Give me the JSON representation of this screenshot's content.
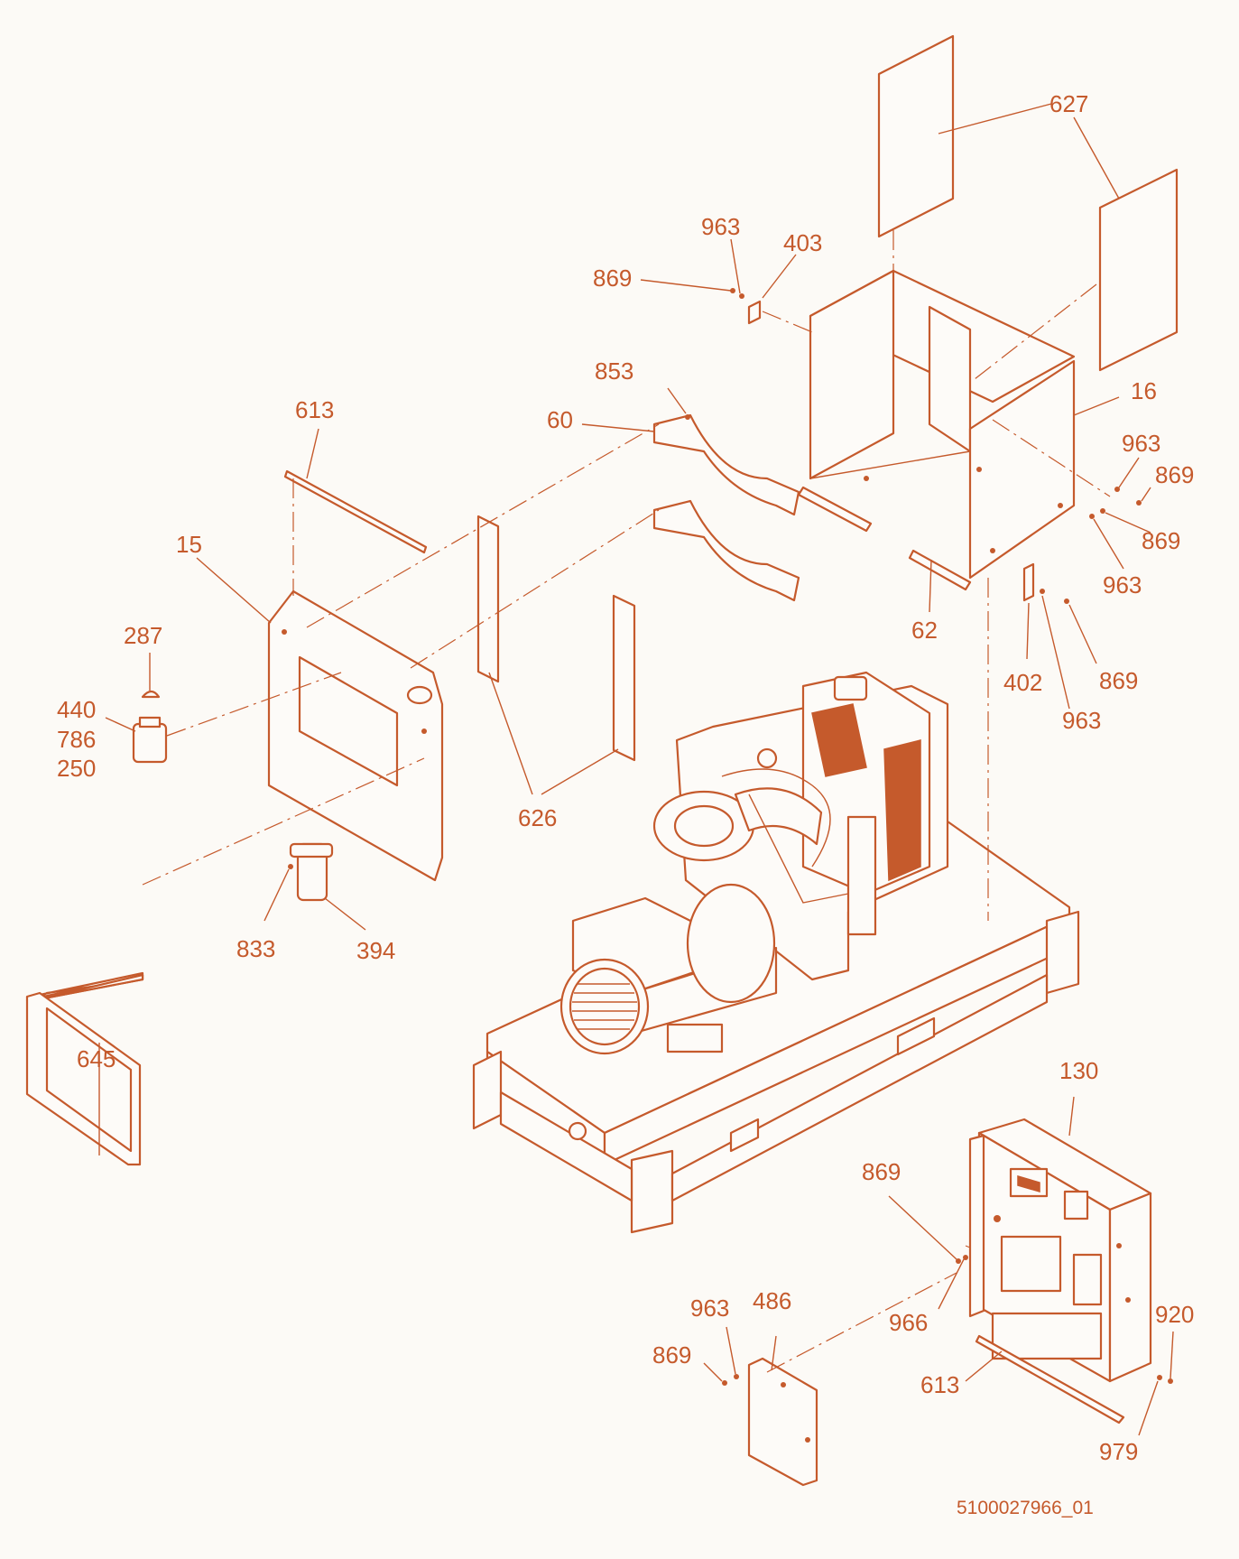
{
  "document_id": "5100027966_01",
  "accent_color": "#c55a2c",
  "background_color": "#fcfaf6",
  "callouts": {
    "c627": "627",
    "c963a": "963",
    "c403": "403",
    "c869a": "869",
    "c853": "853",
    "c60": "60",
    "c613a": "613",
    "c16": "16",
    "c963b": "963",
    "c869b": "869",
    "c869c": "869",
    "c963c": "963",
    "c62": "62",
    "c402": "402",
    "c869d": "869",
    "c963d": "963",
    "c15": "15",
    "c287": "287",
    "c440": "440",
    "c786": "786",
    "c250": "250",
    "c626": "626",
    "c833": "833",
    "c394": "394",
    "c645": "645",
    "c130": "130",
    "c869e": "869",
    "c966": "966",
    "c963e": "963",
    "c486": "486",
    "c869f": "869",
    "c920": "920",
    "c613b": "613",
    "c979": "979"
  }
}
